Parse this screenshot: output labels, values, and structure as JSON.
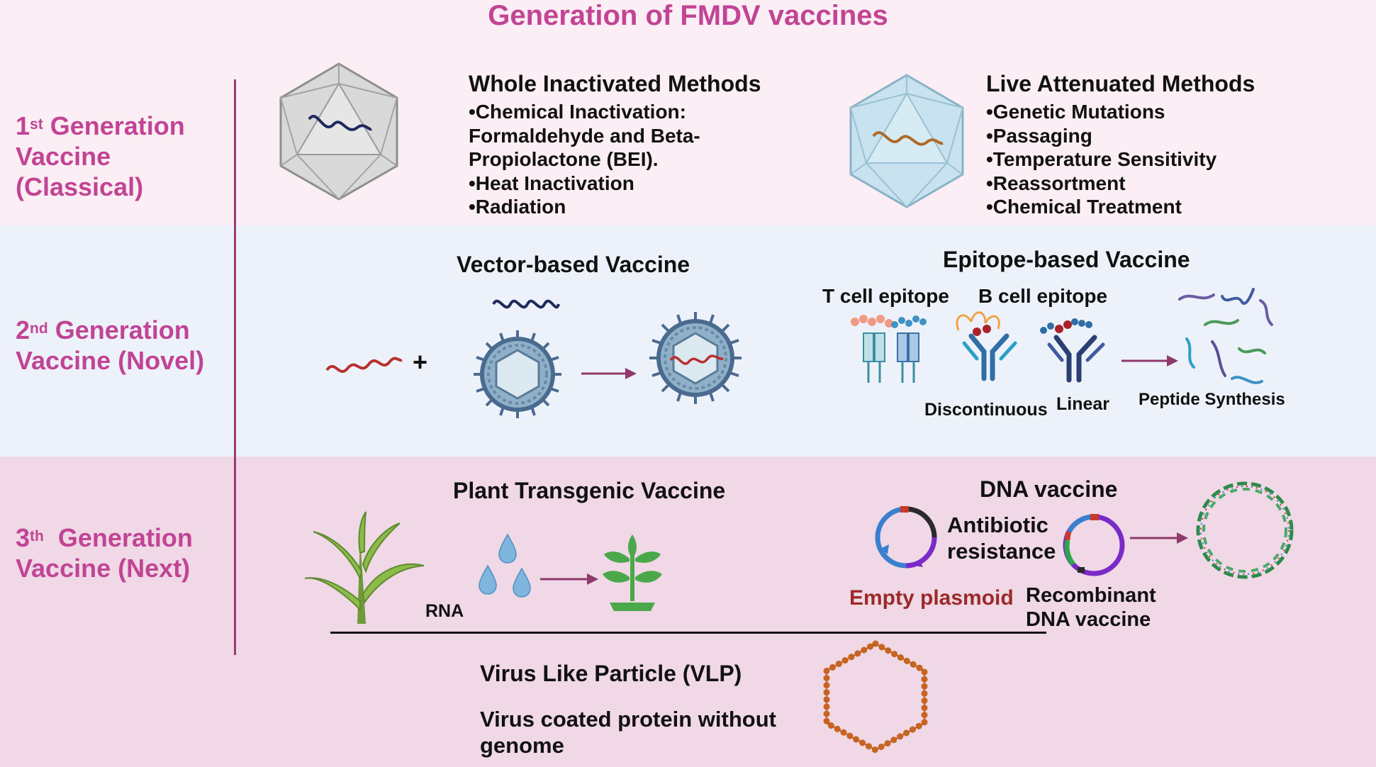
{
  "title": "Generation of FMDV vaccines",
  "generations": [
    {
      "num": "1",
      "sup": "st",
      "word": "Generation",
      "line2": "Vaccine",
      "line3": "(Classical)"
    },
    {
      "num": "2",
      "sup": "nd",
      "word": "Generation",
      "line2": "Vaccine (Novel)"
    },
    {
      "num": "3",
      "sup": "th",
      "word": "Generation",
      "line2": "Vaccine (Next)"
    }
  ],
  "whole_inactivated": {
    "heading": "Whole Inactivated Methods",
    "items": [
      "•Chemical Inactivation:",
      "Formaldehyde and Beta-",
      "Propiolactone (BEI).",
      "•Heat Inactivation",
      "•Radiation"
    ]
  },
  "live_attenuated": {
    "heading": "Live Attenuated Methods",
    "items": [
      "•Genetic Mutations",
      "•Passaging",
      "•Temperature Sensitivity",
      "•Reassortment",
      "•Chemical Treatment"
    ]
  },
  "vector": {
    "heading": "Vector-based Vaccine",
    "plus": "+"
  },
  "epitope": {
    "heading": "Epitope-based Vaccine",
    "t_cell": "T cell epitope",
    "b_cell": "B cell epitope",
    "discontinuous": "Discontinuous",
    "linear": "Linear",
    "peptide": "Peptide Synthesis"
  },
  "plant": {
    "heading": "Plant Transgenic Vaccine",
    "rna": "RNA"
  },
  "dna": {
    "heading": "DNA vaccine",
    "antibiotic_1": "Antibiotic",
    "antibiotic_2": "resistance",
    "empty": "Empty plasmoid",
    "recombinant_1": "Recombinant",
    "recombinant_2": "DNA vaccine"
  },
  "vlp": {
    "heading": "Virus Like Particle (VLP)",
    "desc_1": "Virus coated protein without",
    "desc_2": "genome"
  },
  "colors": {
    "accent": "#c14495",
    "empty_plasmoid": "#9b2a2a",
    "arrow": "#8e3a6b",
    "rna_red": "#b8312f",
    "vector_blue": "#4b6a8f"
  },
  "icons": [
    "icosahedron-virus-icon",
    "rna-strand-icon",
    "vector-virus-icon",
    "t-cell-receptor-icon",
    "antibody-icon",
    "peptide-strands-icon",
    "corn-plant-icon",
    "water-drops-icon",
    "seedling-icon",
    "plasmid-icon",
    "dna-ring-icon",
    "vlp-hexagon-icon"
  ]
}
